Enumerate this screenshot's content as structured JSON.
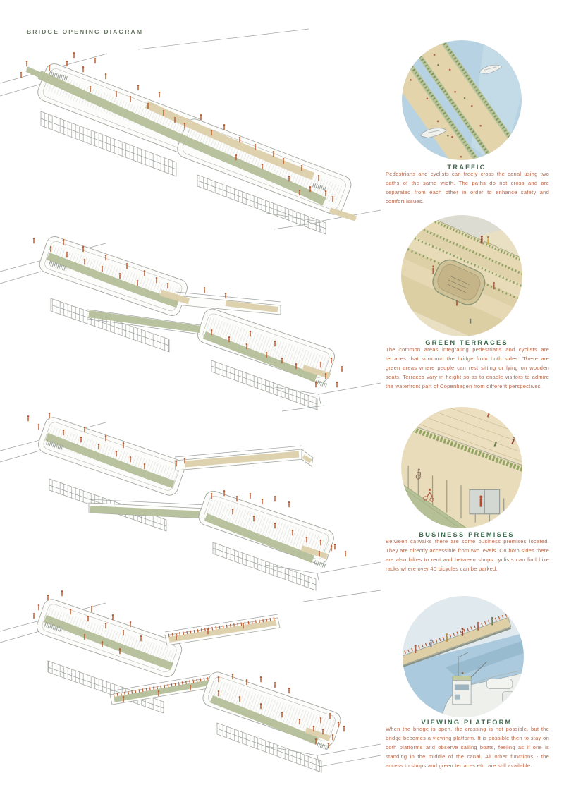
{
  "page": {
    "title": "BRIDGE OPENING DIAGRAM"
  },
  "palette": {
    "title_color": "#6b7765",
    "heading_color": "#3c6a4d",
    "body_color": "#bc6747",
    "deck_green": "#b3bd96",
    "deck_tan": "#dccfaa",
    "figure_orange": "#c05a2e",
    "water_blue": "#b7d2e2"
  },
  "stages": [
    {
      "name": "closed"
    },
    {
      "name": "opening"
    },
    {
      "name": "half-open"
    },
    {
      "name": "fully-open"
    }
  ],
  "sections": [
    {
      "id": "traffic",
      "heading": "TRAFFIC",
      "body": "Pedestrians and cyclists can freely cross the canal using two paths of the same width. The paths do not cross and are separated from each other in order to enhance safety and comfort issues.",
      "illustration": "aerial-view-of-two-crossing-paths"
    },
    {
      "id": "green-terraces",
      "heading": "GREEN TERRACES",
      "body": "The common areas integrating pedestrians and cyclists are terraces that surround the bridge from both sides. These are green areas where people can rest sitting or lying on wooden seats. Terraces vary in height so as to enable visitors to admire the waterfront part of Copenhagen from different perspectives.",
      "illustration": "terraces-with-grass-and-looping-railing"
    },
    {
      "id": "business-premises",
      "heading": "BUSINESS PREMISES",
      "body": "Between catwalks there are some business premises located. They are directly accessible from two levels. On both sides there are also bikes to rent and between shops cyclists can find bike racks where over 40 bicycles can be parked.",
      "illustration": "two-level-shops-under-deck"
    },
    {
      "id": "viewing-platform",
      "heading": "VIEWING PLATFORM",
      "body": "When the bridge is open, the crossing is not possible, but the bridge becomes a viewing platform. It is possible then to stay on both platforms and observe sailing boats, feeling as if one is standing in the middle of the canal.  All other functions - the access to shops and green terraces etc. are still available.",
      "illustration": "open-bridge-platform-with-sailing-boat"
    }
  ]
}
